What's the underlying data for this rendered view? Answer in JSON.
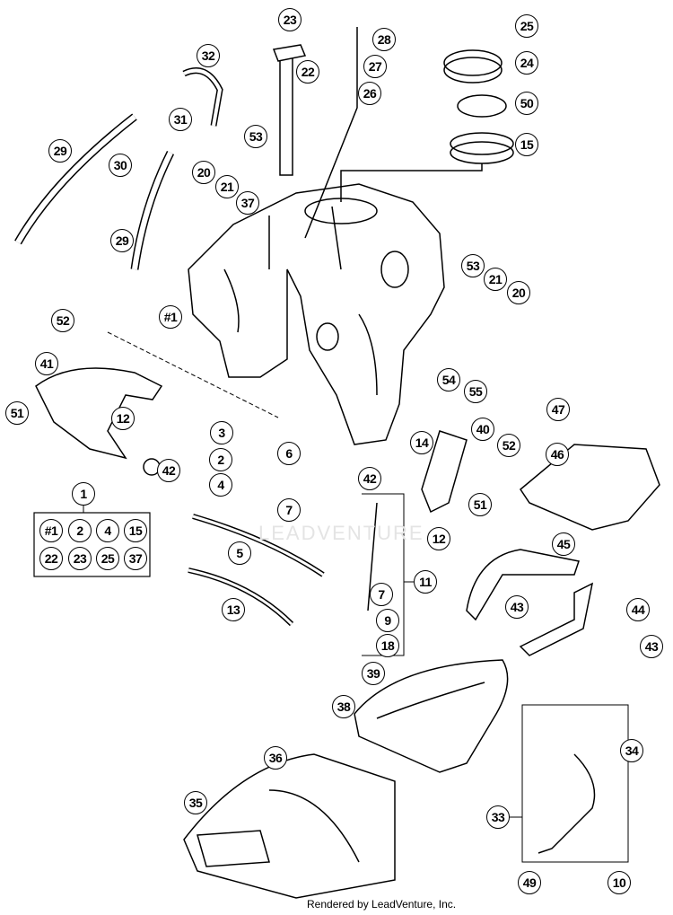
{
  "watermark": "LEADVENTURE",
  "footer": "Rendered by LeadVenture, Inc.",
  "callouts": [
    "23",
    "28",
    "25",
    "32",
    "22",
    "27",
    "24",
    "26",
    "50",
    "31",
    "53",
    "15",
    "29",
    "30",
    "20",
    "21",
    "37",
    "29",
    "53",
    "21",
    "20",
    "#1",
    "52",
    "41",
    "54",
    "55",
    "12",
    "51",
    "3",
    "47",
    "6",
    "14",
    "40",
    "52",
    "2",
    "46",
    "42",
    "42",
    "4",
    "1",
    "7",
    "51",
    "12",
    "5",
    "45",
    "11",
    "7",
    "43",
    "44",
    "13",
    "9",
    "18",
    "43",
    "39",
    "38",
    "34",
    "36",
    "33",
    "35",
    "49",
    "10"
  ],
  "kit": {
    "label": "1",
    "items": [
      "#1",
      "2",
      "4",
      "15",
      "22",
      "23",
      "25",
      "37"
    ]
  }
}
